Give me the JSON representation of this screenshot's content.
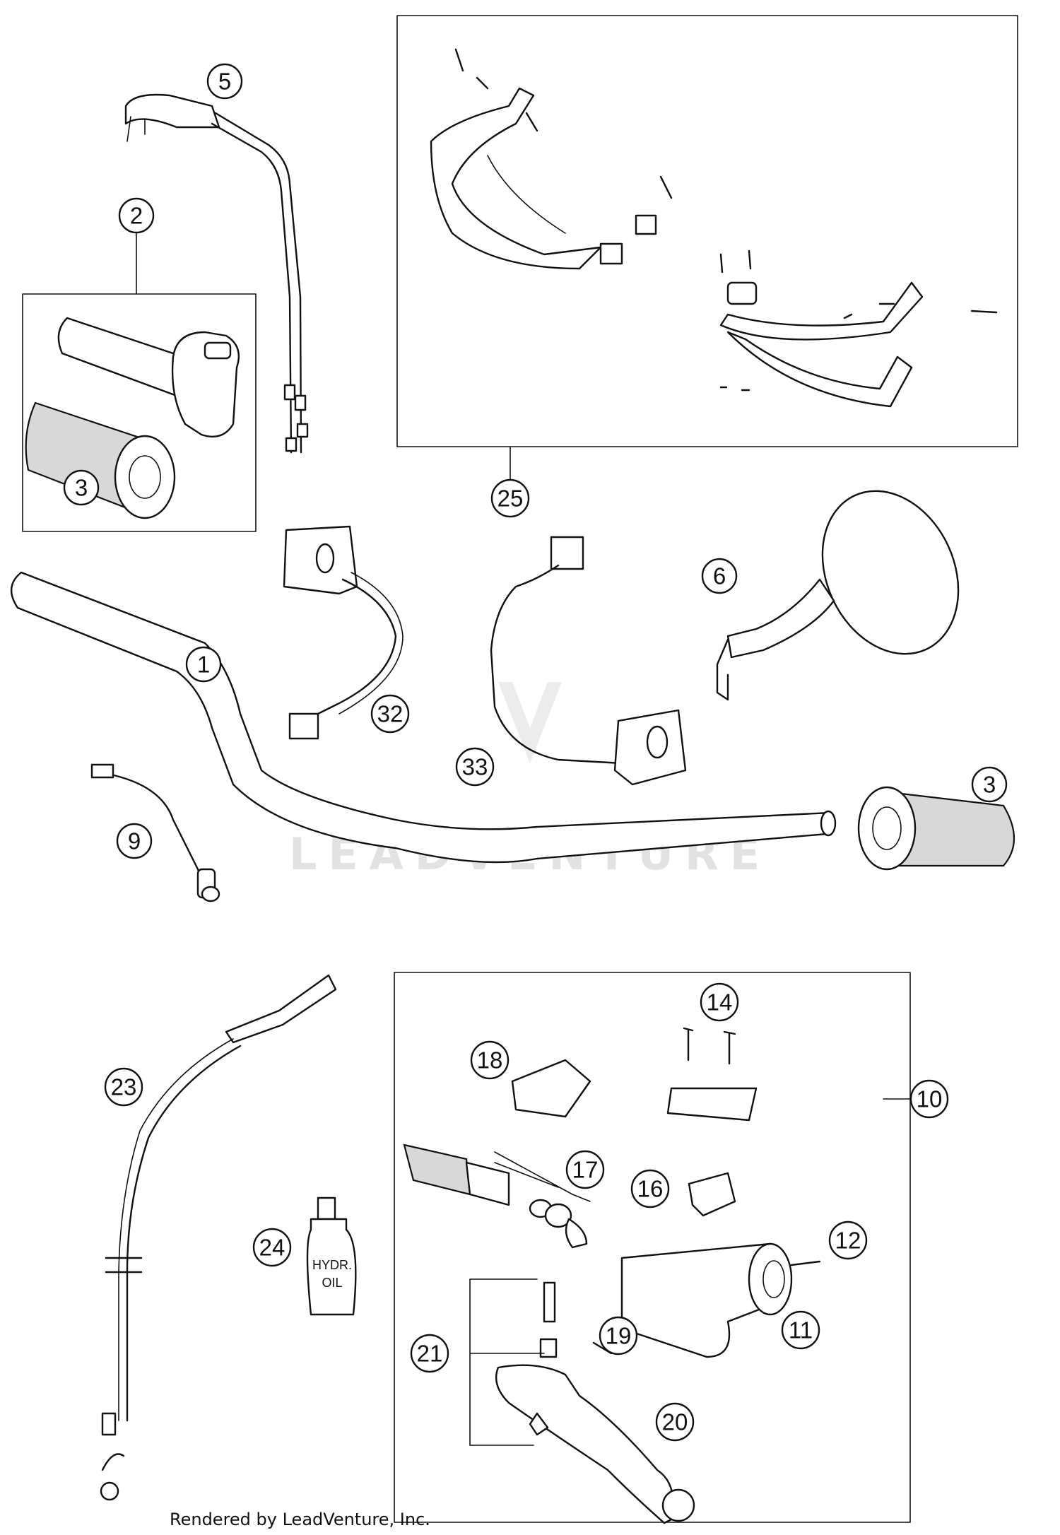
{
  "diagram": {
    "callouts": [
      {
        "id": "1",
        "label": "1"
      },
      {
        "id": "2",
        "label": "2"
      },
      {
        "id": "3a",
        "label": "3"
      },
      {
        "id": "3b",
        "label": "3"
      },
      {
        "id": "5",
        "label": "5"
      },
      {
        "id": "6",
        "label": "6"
      },
      {
        "id": "9",
        "label": "9"
      },
      {
        "id": "10",
        "label": "10"
      },
      {
        "id": "11",
        "label": "11"
      },
      {
        "id": "12",
        "label": "12"
      },
      {
        "id": "14",
        "label": "14"
      },
      {
        "id": "16",
        "label": "16"
      },
      {
        "id": "17",
        "label": "17"
      },
      {
        "id": "18",
        "label": "18"
      },
      {
        "id": "19",
        "label": "19"
      },
      {
        "id": "20",
        "label": "20"
      },
      {
        "id": "21",
        "label": "21"
      },
      {
        "id": "23",
        "label": "23"
      },
      {
        "id": "24",
        "label": "24"
      },
      {
        "id": "25",
        "label": "25"
      },
      {
        "id": "32",
        "label": "32"
      },
      {
        "id": "33",
        "label": "33"
      }
    ],
    "oil_bottle_label": {
      "line1": "HYDR.",
      "line2": "OIL"
    },
    "watermark": "LEADVENTURE",
    "footer": "Rendered by LeadVenture, Inc."
  }
}
